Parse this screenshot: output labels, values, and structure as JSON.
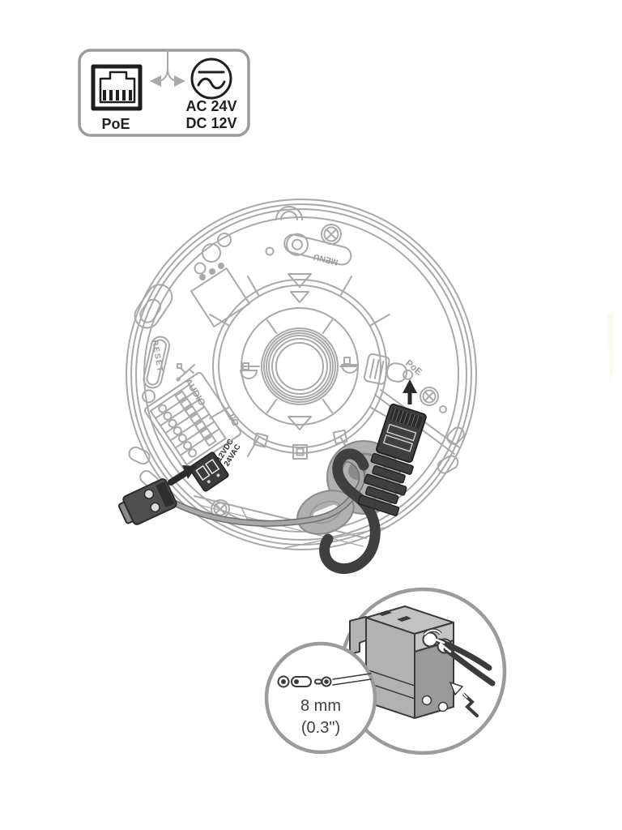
{
  "legend": {
    "poe_label": "PoE",
    "power_option_line1": "AC 24V",
    "power_option_line2": "DC 12V"
  },
  "camera_board": {
    "menu_label": "MENU",
    "reset_label": "RESET",
    "audio_label": "AUDIO",
    "io_label": "I/O",
    "power_in_line1": "12VDC",
    "power_in_line2": "24VAC",
    "poe_port_label": "PoE"
  },
  "strip_detail": {
    "length_metric": "8 mm",
    "length_imperial": "(0.3\")"
  },
  "colors": {
    "line_gray": "#a9a9a9",
    "detail_ring_gray": "#9b9b9b",
    "dark": "#3a3a3a",
    "black": "#1f1f1f",
    "fill_gray": "#b0b0b0"
  }
}
